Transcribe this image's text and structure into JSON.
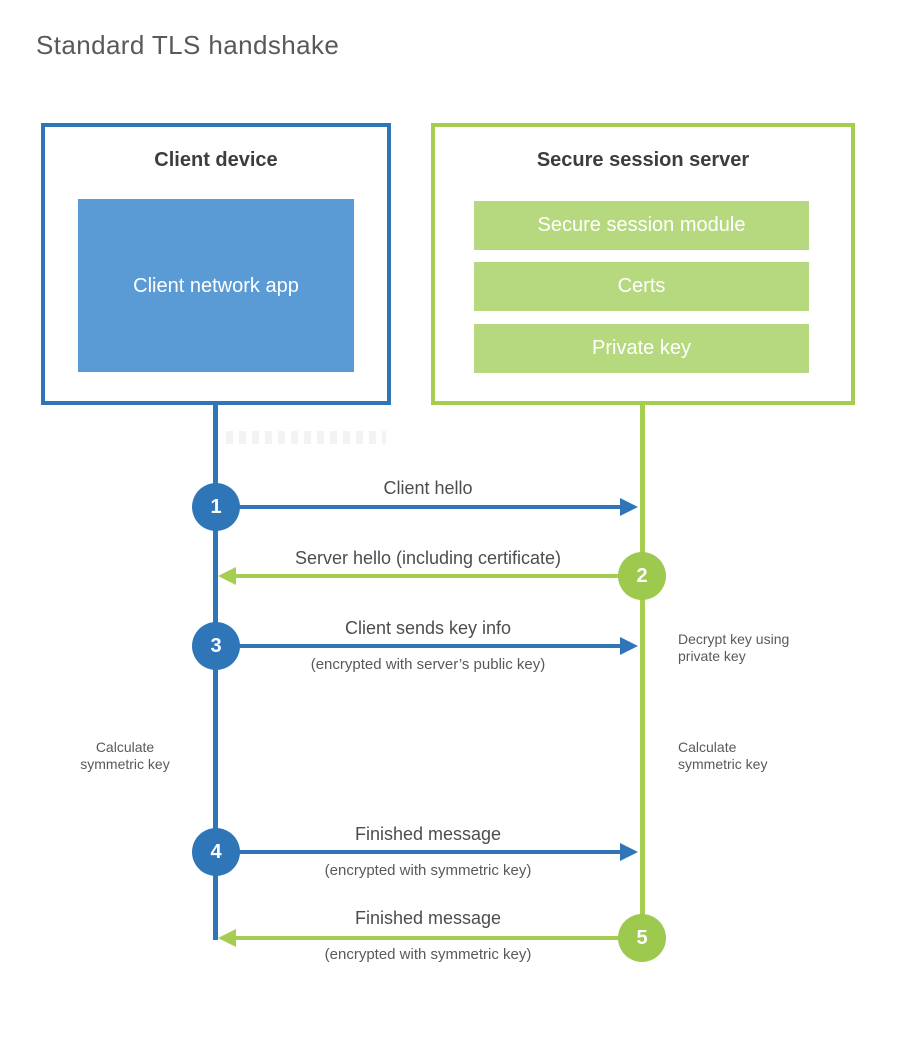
{
  "title": "Standard TLS handshake",
  "colors": {
    "blue_line": "#2e76b8",
    "blue_fill": "#5b9bd5",
    "green_line": "#a5cd50",
    "green_fill": "#b6d980",
    "green_circle": "#9dc94e"
  },
  "client": {
    "title": "Client device",
    "app_label": "Client network app"
  },
  "server": {
    "title": "Secure session server",
    "modules": [
      "Secure session module",
      "Certs",
      "Private key"
    ]
  },
  "messages": [
    {
      "step": "1",
      "label": "Client hello",
      "sublabel": "",
      "direction": "right",
      "from": "client",
      "to": "server"
    },
    {
      "step": "2",
      "label": "Server hello (including certificate)",
      "sublabel": "",
      "direction": "left",
      "from": "server",
      "to": "client"
    },
    {
      "step": "3",
      "label": "Client sends key info",
      "sublabel": "(encrypted with server’s public key)",
      "direction": "right",
      "from": "client",
      "to": "server"
    },
    {
      "step": "4",
      "label": "Finished message",
      "sublabel": "(encrypted with symmetric key)",
      "direction": "right",
      "from": "client",
      "to": "server"
    },
    {
      "step": "5",
      "label": "Finished message",
      "sublabel": "(encrypted with symmetric key)",
      "direction": "left",
      "from": "server",
      "to": "client"
    }
  ],
  "side_notes": [
    {
      "text": "Decrypt key using private key",
      "side": "right"
    },
    {
      "text": "Calculate symmetric key",
      "side": "left"
    },
    {
      "text": "Calculate symmetric key",
      "side": "right"
    }
  ]
}
